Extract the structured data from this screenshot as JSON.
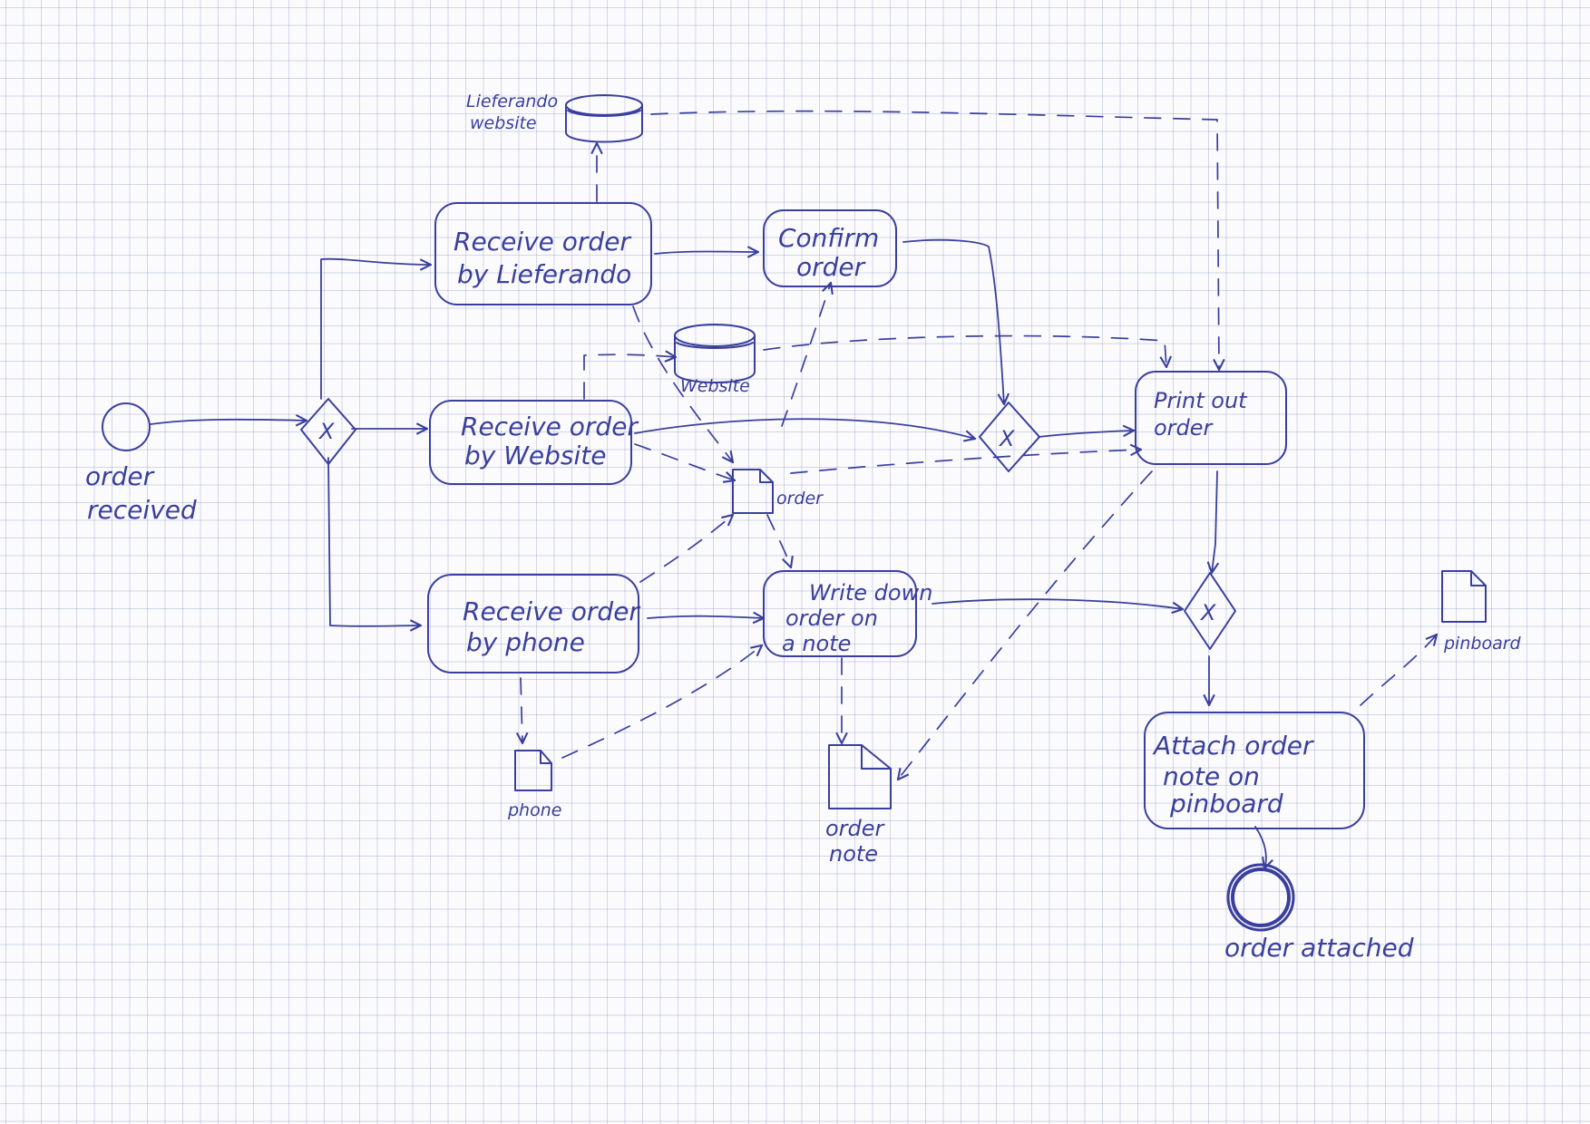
{
  "colors": {
    "ink": "#3a3f9c",
    "paper": "#fbfbfd",
    "grid": "#8c93c4"
  },
  "events": {
    "start": {
      "label": [
        "order",
        "received"
      ]
    },
    "end": {
      "label": [
        "order attached"
      ]
    }
  },
  "tasks": {
    "lieferando": [
      "Receive order",
      "by Lieferando"
    ],
    "confirm": [
      "Confirm",
      "order"
    ],
    "website": [
      "Receive order",
      "by Website"
    ],
    "phone": [
      "Receive order",
      "by phone"
    ],
    "write": [
      "Write down",
      "order on",
      "a note"
    ],
    "print": [
      "Print out",
      "order"
    ],
    "attach": [
      "Attach order",
      "note on",
      "pinboard"
    ]
  },
  "data_stores": {
    "lieferando_website": [
      "Lieferando",
      "website"
    ],
    "website": [
      "Website"
    ]
  },
  "data_objects": {
    "order": [
      "order"
    ],
    "phone": [
      "phone"
    ],
    "order_note": [
      "order",
      "note"
    ],
    "pinboard": [
      "pinboard"
    ]
  },
  "gateways": {
    "split": "X",
    "merge_web": "X",
    "merge_print": "X"
  }
}
